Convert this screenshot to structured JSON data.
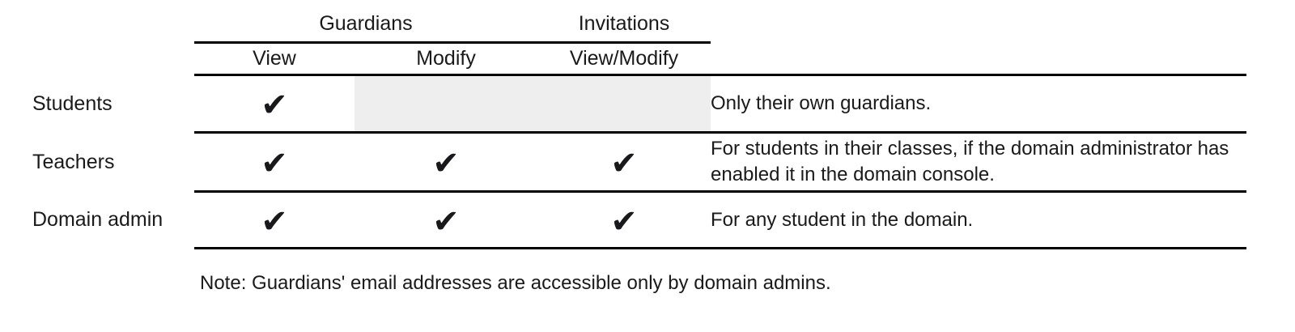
{
  "table": {
    "group_headers": [
      {
        "label": "Guardians",
        "span": 2
      },
      {
        "label": "Invitations",
        "span": 1
      },
      {
        "label": "",
        "span": 1
      }
    ],
    "column_headers": [
      "View",
      "Modify",
      "View/Modify"
    ],
    "check_glyph": "✔",
    "shade_color": "#eeeeee",
    "rule_color": "#000000",
    "rows": [
      {
        "label": "Students",
        "view": true,
        "modify": false,
        "invitations": false,
        "modify_shaded": true,
        "invitations_shaded": true,
        "description": "Only their own guardians."
      },
      {
        "label": "Teachers",
        "view": true,
        "modify": true,
        "invitations": true,
        "modify_shaded": false,
        "invitations_shaded": false,
        "description": "For students in their classes, if the domain administrator has enabled it in the domain console."
      },
      {
        "label": "Domain admin",
        "view": true,
        "modify": true,
        "invitations": true,
        "modify_shaded": false,
        "invitations_shaded": false,
        "description": "For any student in the domain."
      }
    ]
  },
  "note": "Note: Guardians' email addresses are accessible only by domain admins."
}
